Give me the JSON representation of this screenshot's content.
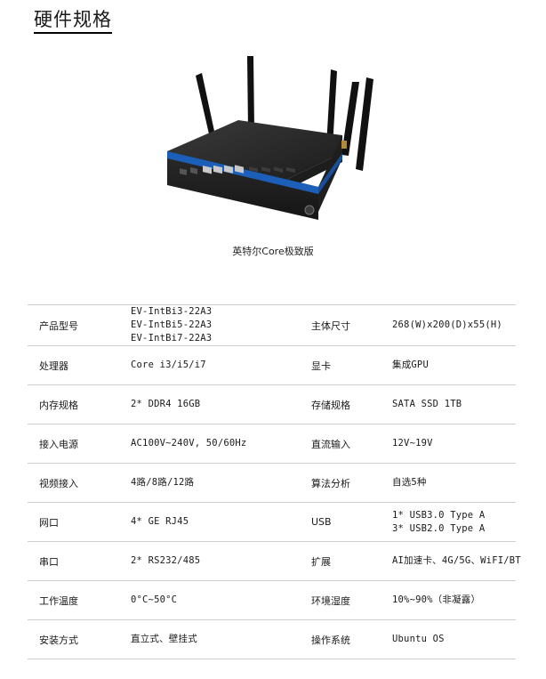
{
  "title": "硬件规格",
  "caption": "英特尔Core极致版",
  "specs": [
    {
      "l1": "产品型号",
      "v1": [
        "EV-IntBi3-22A3",
        "EV-IntBi5-22A3",
        "EV-IntBi7-22A3"
      ],
      "l2": "主体尺寸",
      "v2": [
        "268(W)x200(D)x55(H)"
      ]
    },
    {
      "l1": "处理器",
      "v1": [
        "Core i3/i5/i7"
      ],
      "l2": "显卡",
      "v2": [
        "集成GPU"
      ]
    },
    {
      "l1": "内存规格",
      "v1": [
        "2* DDR4 16GB"
      ],
      "l2": "存储规格",
      "v2": [
        "SATA SSD 1TB"
      ]
    },
    {
      "l1": "接入电源",
      "v1": [
        "AC100V~240V, 50/60Hz"
      ],
      "l2": "直流输入",
      "v2": [
        "12V~19V"
      ]
    },
    {
      "l1": "视频接入",
      "v1": [
        "4路/8路/12路"
      ],
      "l2": "算法分析",
      "v2": [
        "自选5种"
      ]
    },
    {
      "l1": "网口",
      "v1": [
        "4* GE RJ45"
      ],
      "l2": "USB",
      "v2": [
        "1* USB3.0 Type A",
        "3* USB2.0 Type A"
      ]
    },
    {
      "l1": "串口",
      "v1": [
        "2* RS232/485"
      ],
      "l2": "扩展",
      "v2": [
        "AI加速卡、4G/5G、WiFI/BT"
      ]
    },
    {
      "l1": "工作温度",
      "v1": [
        "0°C~50°C"
      ],
      "l2": "环境湿度",
      "v2": [
        "10%~90%（非凝露）"
      ]
    },
    {
      "l1": "安装方式",
      "v1": [
        "直立式、壁挂式"
      ],
      "l2": "操作系统",
      "v2": [
        "Ubuntu OS"
      ]
    }
  ]
}
